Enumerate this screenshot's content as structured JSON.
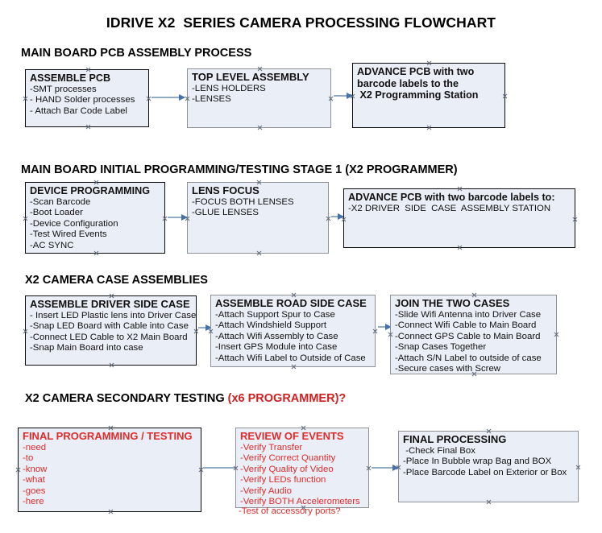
{
  "document": {
    "title": "IDRIVE X2  SERIES CAMERA PROCESSING FLOWCHART",
    "accent_color": "#e02b2b",
    "node_fill": "#eaeff7",
    "arrow_color": "#92acc6",
    "arrow_head_color": "#4472a8"
  },
  "sections": [
    {
      "id": "main-board-pcb-assembly",
      "heading": "MAIN BOARD PCB ASSEMBLY PROCESS",
      "heading_accent": "",
      "nodes": [
        {
          "id": "assemble-pcb",
          "title": "ASSEMBLE PCB",
          "lines": [
            "-SMT processes",
            "- HAND Solder processes",
            "- Attach Bar Code Label"
          ]
        },
        {
          "id": "top-level-assembly",
          "title": "TOP LEVEL ASSEMBLY",
          "lines": [
            "-LENS HOLDERS",
            "-LENSES"
          ]
        },
        {
          "id": "advance-pcb-to-x2-programming-station",
          "title": "ADVANCE PCB with two",
          "lines": [
            "barcode labels to the",
            " X2 Programming Station"
          ]
        }
      ]
    },
    {
      "id": "main-board-initial-programming",
      "heading": "MAIN BOARD INITIAL PROGRAMMING/TESTING STAGE 1 (X2 PROGRAMMER)",
      "heading_accent": "",
      "nodes": [
        {
          "id": "device-programming",
          "title": "DEVICE PROGRAMMING",
          "lines": [
            "-Scan Barcode",
            "-Boot Loader",
            "-Device Configuration",
            "-Test Wired Events",
            "-AC SYNC"
          ]
        },
        {
          "id": "lens-focus",
          "title": "LENS FOCUS",
          "lines": [
            "-FOCUS BOTH LENSES",
            "-GLUE LENSES"
          ]
        },
        {
          "id": "advance-pcb-to-driver-side-case",
          "title": "ADVANCE PCB with two barcode labels to:",
          "lines": [
            "-X2 DRIVER  SIDE  CASE  ASSEMBLY STATION"
          ]
        }
      ]
    },
    {
      "id": "x2-camera-case-assemblies",
      "heading": "X2 CAMERA CASE ASSEMBLIES",
      "heading_accent": "",
      "nodes": [
        {
          "id": "assemble-driver-side-case",
          "title": "ASSEMBLE DRIVER SIDE CASE",
          "lines": [
            "- Insert LED Plastic lens into Driver Case",
            "-Snap LED Board with Cable into Case",
            "-Connect LED Cable to X2 Main Board",
            "-Snap Main Board into case"
          ]
        },
        {
          "id": "assemble-road-side-case",
          "title": "ASSEMBLE ROAD SIDE CASE",
          "lines": [
            "-Attach Support Spur to Case",
            "-Attach Windshield Support",
            "-Attach Wifi Assembly to Case",
            "-Insert GPS Module into Case",
            "-Attach Wifi Label to Outside of Case"
          ]
        },
        {
          "id": "join-the-two-cases",
          "title": "JOIN THE TWO CASES",
          "lines": [
            "-Slide Wifi Antenna into Driver Case",
            "-Connect Wifi Cable to Main Board",
            "-Connect GPS Cable to Main Board",
            "-Snap Cases Together",
            "-Attach S/N Label to outside of case",
            "-Secure cases with Screw"
          ]
        }
      ]
    },
    {
      "id": "x2-camera-secondary-testing",
      "heading": "X2 CAMERA SECONDARY TESTING ",
      "heading_accent": "(x6 PROGRAMMER)?",
      "nodes": [
        {
          "id": "final-programming-testing",
          "title": "FINAL PROGRAMMING / TESTING",
          "lines": [
            "-need",
            "-to",
            "-know",
            "-what",
            "-goes",
            "-here"
          ]
        },
        {
          "id": "review-of-events",
          "title": "REVIEW OF EVENTS",
          "lines": [
            "-Verify Transfer",
            "-Verify Correct Quantity",
            "-Verify Quality of Video",
            "-Verify LEDs function",
            "-Verify Audio",
            "-Verify BOTH Accelerometers"
          ],
          "overflow_line": "-Test of accessory ports?"
        },
        {
          "id": "final-processing",
          "title": "FINAL PROCESSING",
          "lines": [
            " -Check Final Box",
            "-Place In Bubble wrap Bag and BOX",
            "-Place Barcode Label on Exterior or Box"
          ]
        }
      ]
    }
  ]
}
